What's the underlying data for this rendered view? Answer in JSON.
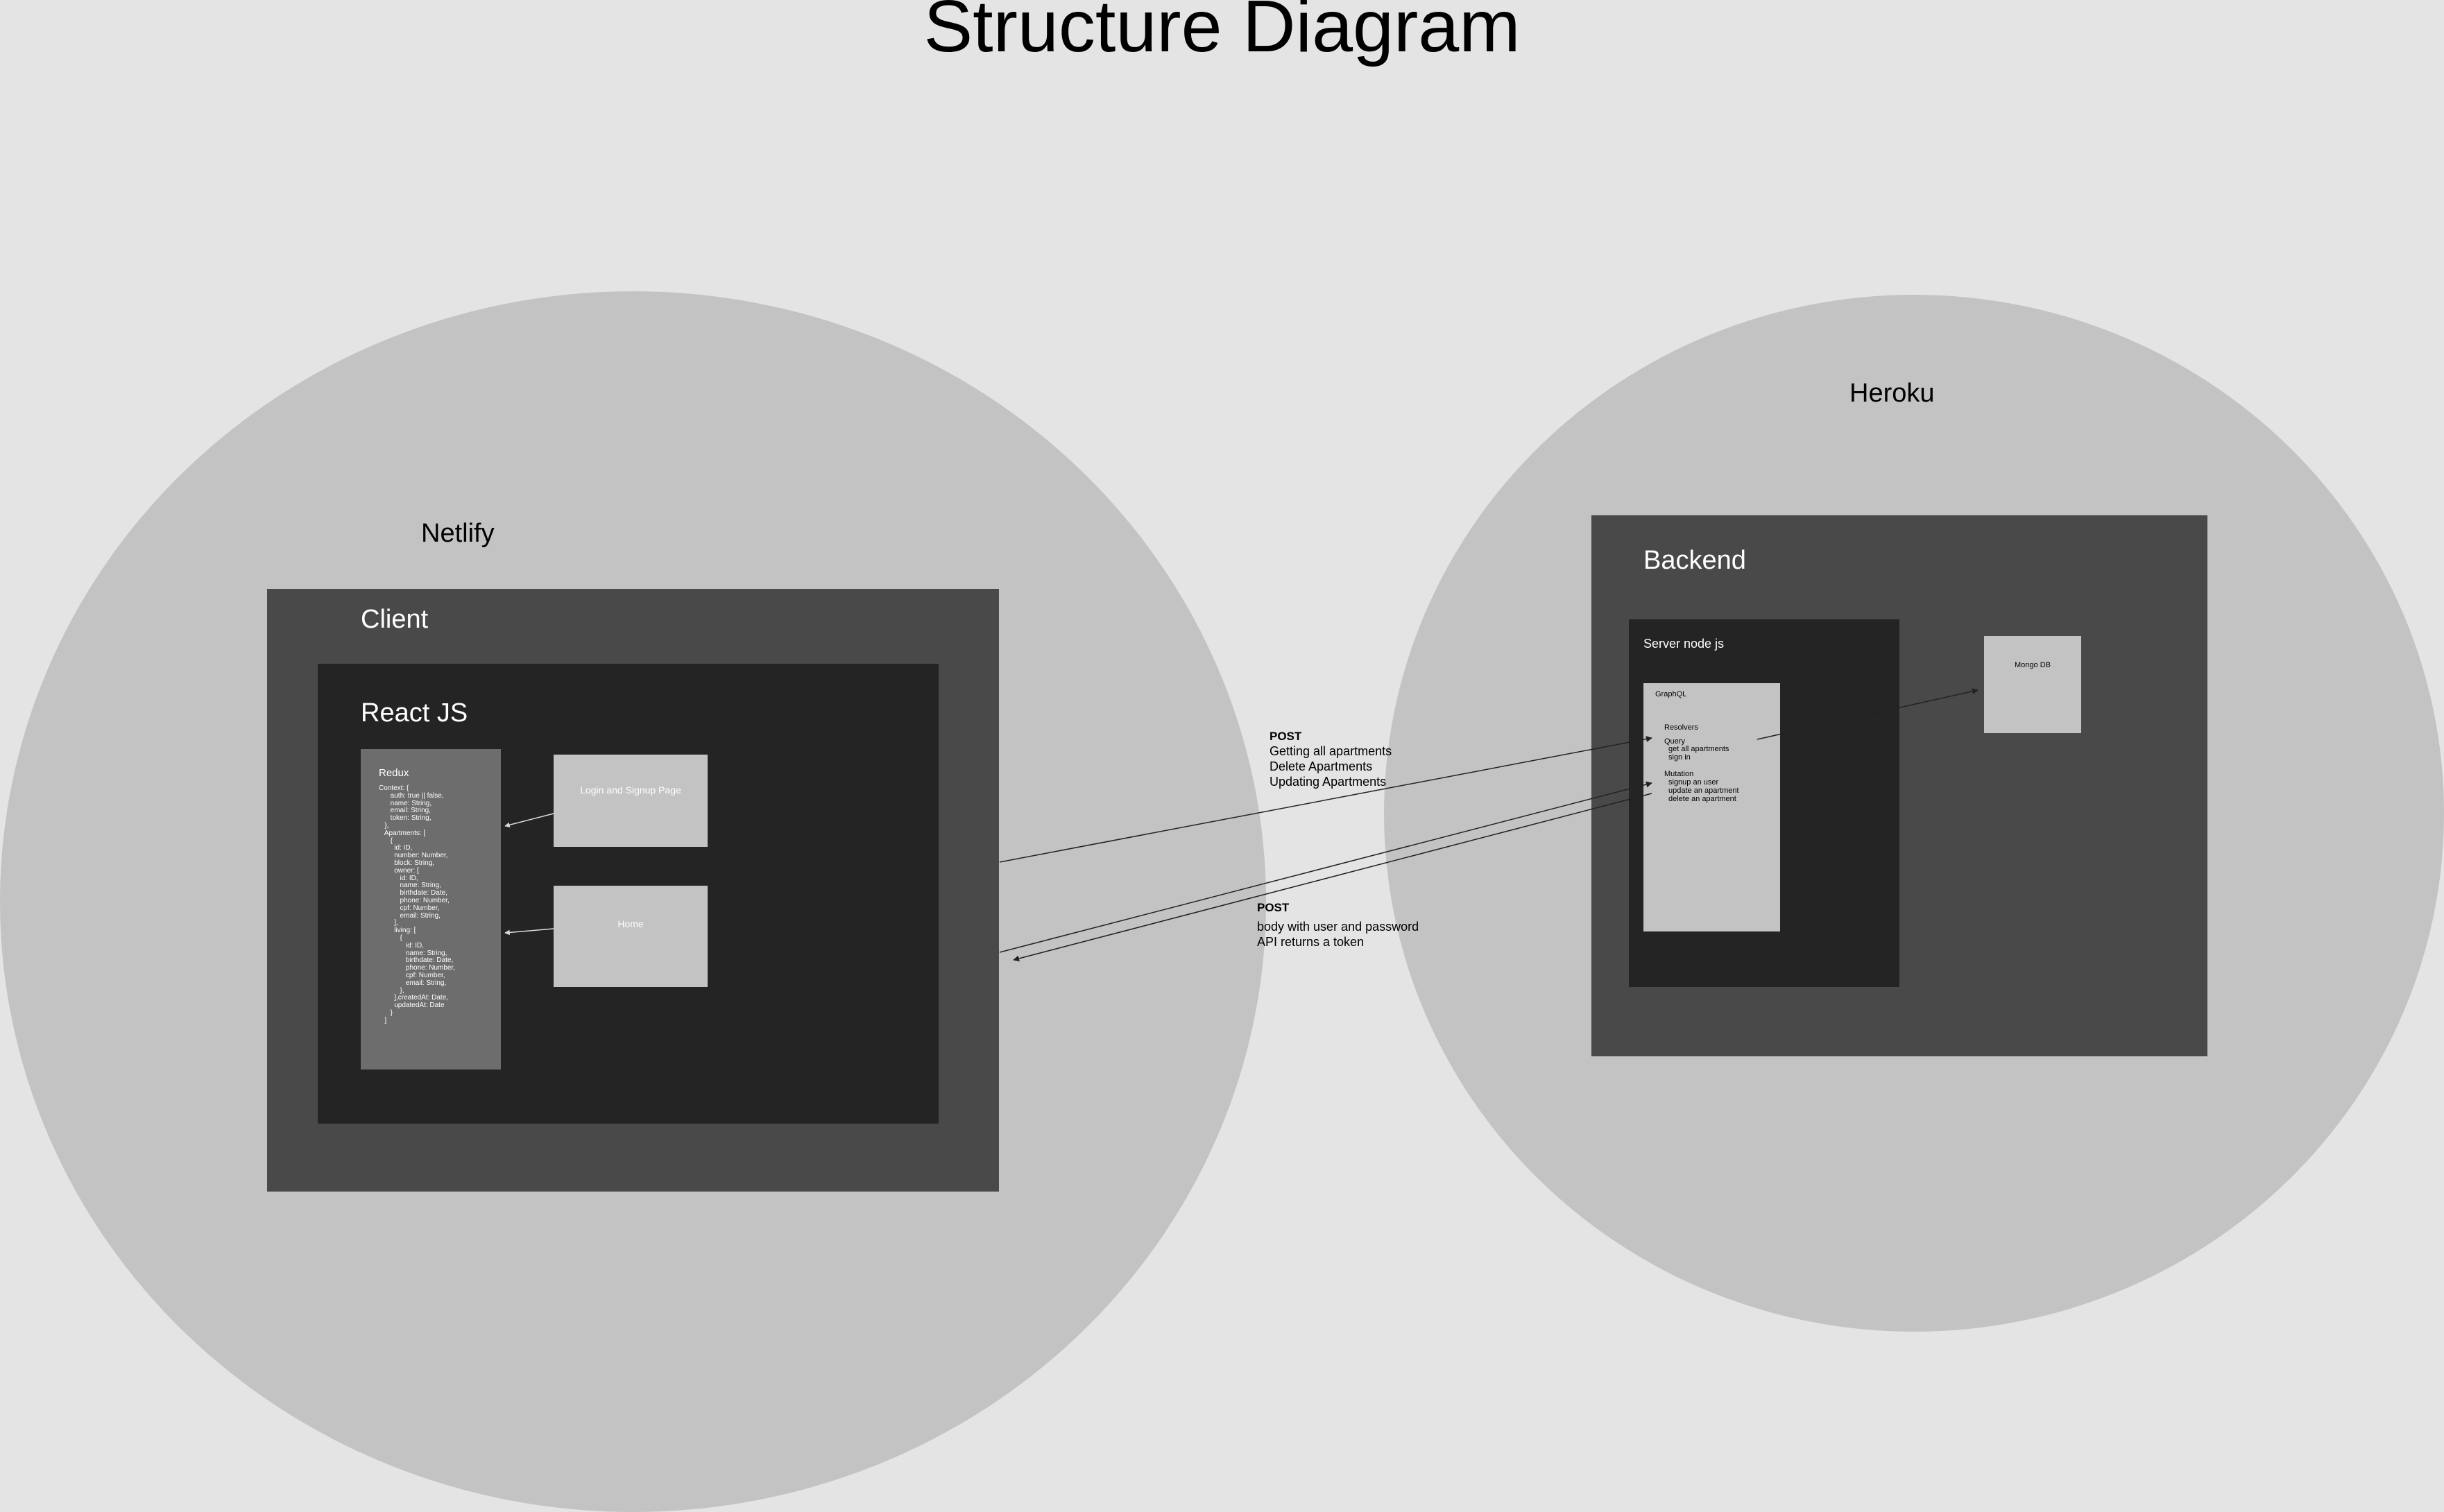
{
  "title": "Structure Diagram",
  "netlify": {
    "label": "Netlify",
    "client": {
      "label": "Client",
      "react": {
        "label": "React JS",
        "redux": {
          "label": "Redux",
          "code": "Context: {\n      auth: true || false,\n      name: String,\n      email: String,\n      token: String,\n   },\n   Apartments: [\n      {\n        id: ID,\n        number: Number,\n        block: String,\n        owner: [\n           id: ID,\n           name: String,\n           birthdate: Date,\n           phone: Number,\n           cpf: Number,\n           email: String,\n        ],\n        living: [\n           {\n              id: ID,\n              name: String,\n              birthdate: Date,\n              phone: Number,\n              cpf: Number,\n              email: String,\n           },\n        ],createdAt: Date,\n        updatedAt: Date\n      }\n   ]"
        },
        "login_page": "Login and Signup Page",
        "home": "Home"
      }
    }
  },
  "heroku": {
    "label": "Heroku",
    "backend": {
      "label": "Backend",
      "server": {
        "label": "Server node js",
        "graphql": {
          "label": "GraphQL",
          "resolvers": "Resolvers",
          "query_title": "Query",
          "query_items": [
            "get all apartments",
            "sign in"
          ],
          "mutation_title": "Mutation",
          "mutation_items": [
            "signup an user",
            "update an apartment",
            "delete an apartment"
          ]
        }
      },
      "mongo": "Mongo DB"
    }
  },
  "arrows": {
    "top": {
      "method": "POST",
      "lines": [
        "Getting all apartments",
        "Delete Apartments",
        "Updating Apartments"
      ]
    },
    "bottom": {
      "method": "POST",
      "lines": [
        "body with user and password",
        "API returns a token"
      ]
    }
  }
}
